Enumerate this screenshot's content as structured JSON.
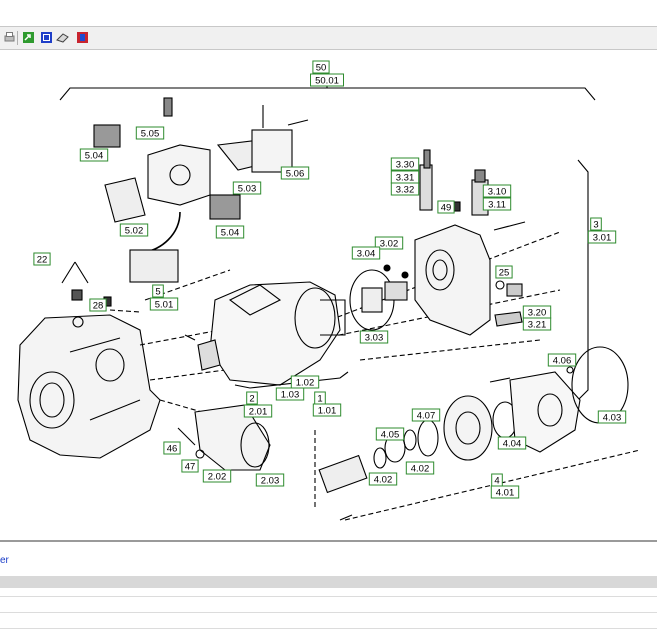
{
  "toolbar": {
    "buttons": [
      {
        "name": "print-icon"
      },
      {
        "name": "export-icon"
      },
      {
        "name": "settings-icon"
      },
      {
        "name": "eraser-icon"
      },
      {
        "name": "exit-icon"
      }
    ]
  },
  "footer": {
    "link_text": "er"
  },
  "callouts": [
    {
      "id": "c50",
      "text": "50"
    },
    {
      "id": "c5001",
      "text": "50.01"
    },
    {
      "id": "c505",
      "text": "5.05"
    },
    {
      "id": "c504a",
      "text": "5.04"
    },
    {
      "id": "c503",
      "text": "5.03"
    },
    {
      "id": "c506",
      "text": "5.06"
    },
    {
      "id": "c502",
      "text": "5.02"
    },
    {
      "id": "c504b",
      "text": "5.04"
    },
    {
      "id": "c330",
      "text": "3.30"
    },
    {
      "id": "c331",
      "text": "3.31"
    },
    {
      "id": "c332",
      "text": "3.32"
    },
    {
      "id": "c310",
      "text": "3.10"
    },
    {
      "id": "c311",
      "text": "3.11"
    },
    {
      "id": "c49",
      "text": "49"
    },
    {
      "id": "c3",
      "text": "3"
    },
    {
      "id": "c301",
      "text": "3.01"
    },
    {
      "id": "c22",
      "text": "22"
    },
    {
      "id": "c302",
      "text": "3.02"
    },
    {
      "id": "c304",
      "text": "3.04"
    },
    {
      "id": "c25",
      "text": "25"
    },
    {
      "id": "c5",
      "text": "5"
    },
    {
      "id": "c501",
      "text": "5.01"
    },
    {
      "id": "c28",
      "text": "28"
    },
    {
      "id": "c320",
      "text": "3.20"
    },
    {
      "id": "c321",
      "text": "3.21"
    },
    {
      "id": "c303",
      "text": "3.03"
    },
    {
      "id": "c406",
      "text": "4.06"
    },
    {
      "id": "c102",
      "text": "1.02"
    },
    {
      "id": "c103",
      "text": "1.03"
    },
    {
      "id": "c1",
      "text": "1"
    },
    {
      "id": "c101",
      "text": "1.01"
    },
    {
      "id": "c2",
      "text": "2"
    },
    {
      "id": "c201",
      "text": "2.01"
    },
    {
      "id": "c407",
      "text": "4.07"
    },
    {
      "id": "c403",
      "text": "4.03"
    },
    {
      "id": "c405",
      "text": "4.05"
    },
    {
      "id": "c404",
      "text": "4.04"
    },
    {
      "id": "c46",
      "text": "46"
    },
    {
      "id": "c402a",
      "text": "4.02"
    },
    {
      "id": "c47",
      "text": "47"
    },
    {
      "id": "c202",
      "text": "2.02"
    },
    {
      "id": "c203",
      "text": "2.03"
    },
    {
      "id": "c402b",
      "text": "4.02"
    },
    {
      "id": "c4",
      "text": "4"
    },
    {
      "id": "c401",
      "text": "4.01"
    }
  ]
}
